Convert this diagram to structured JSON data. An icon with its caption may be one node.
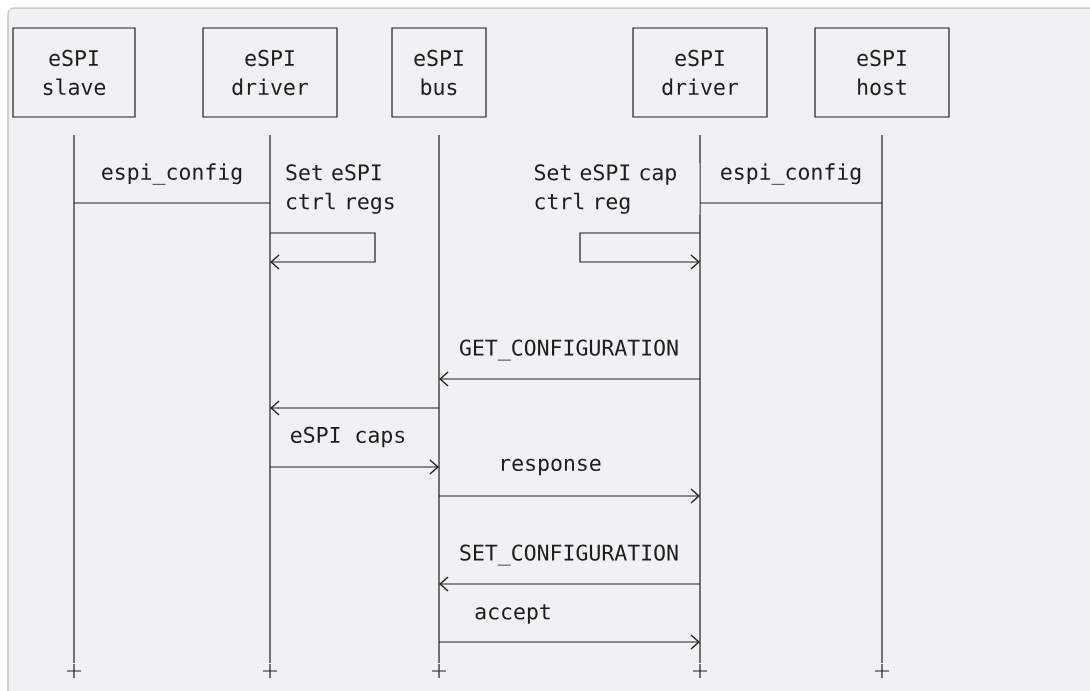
{
  "diagram": {
    "nodes": [
      {
        "text": [
          "eSPI slave"
        ]
      },
      {
        "text": [
          "eSPI driver"
        ]
      },
      {
        "text": [
          "eSPI bus"
        ]
      },
      {
        "text": [
          "eSPI driver"
        ]
      },
      {
        "text": [
          "eSPI host"
        ]
      }
    ],
    "edges": [
      {
        "from": 0,
        "to": 1,
        "arrow": "none",
        "label": "espi_config"
      },
      {
        "from": 1,
        "to": 1,
        "arrow": "to",
        "label": "Set eSPI ctrl regs"
      },
      {
        "from": 3,
        "to": 3,
        "arrow": "to",
        "label": "Set eSPI cap ctrl reg"
      },
      {
        "from": 3,
        "to": 4,
        "arrow": "none",
        "label": "espi_config"
      },
      {
        "from": 3,
        "to": 2,
        "arrow": "to",
        "label": "GET_CONFIGURATION"
      },
      {
        "from": 2,
        "to": 1,
        "arrow": "to"
      },
      {
        "from": 1,
        "to": 2,
        "arrow": "to",
        "label": "eSPI caps"
      },
      {
        "from": 2,
        "to": 3,
        "arrow": "to",
        "label": "response"
      },
      {
        "from": 3,
        "to": 2,
        "arrow": "to",
        "label": "SET_CONFIGURATION"
      },
      {
        "from": 2,
        "to": 3,
        "arrow": "to",
        "label": "accept"
      }
    ]
  }
}
